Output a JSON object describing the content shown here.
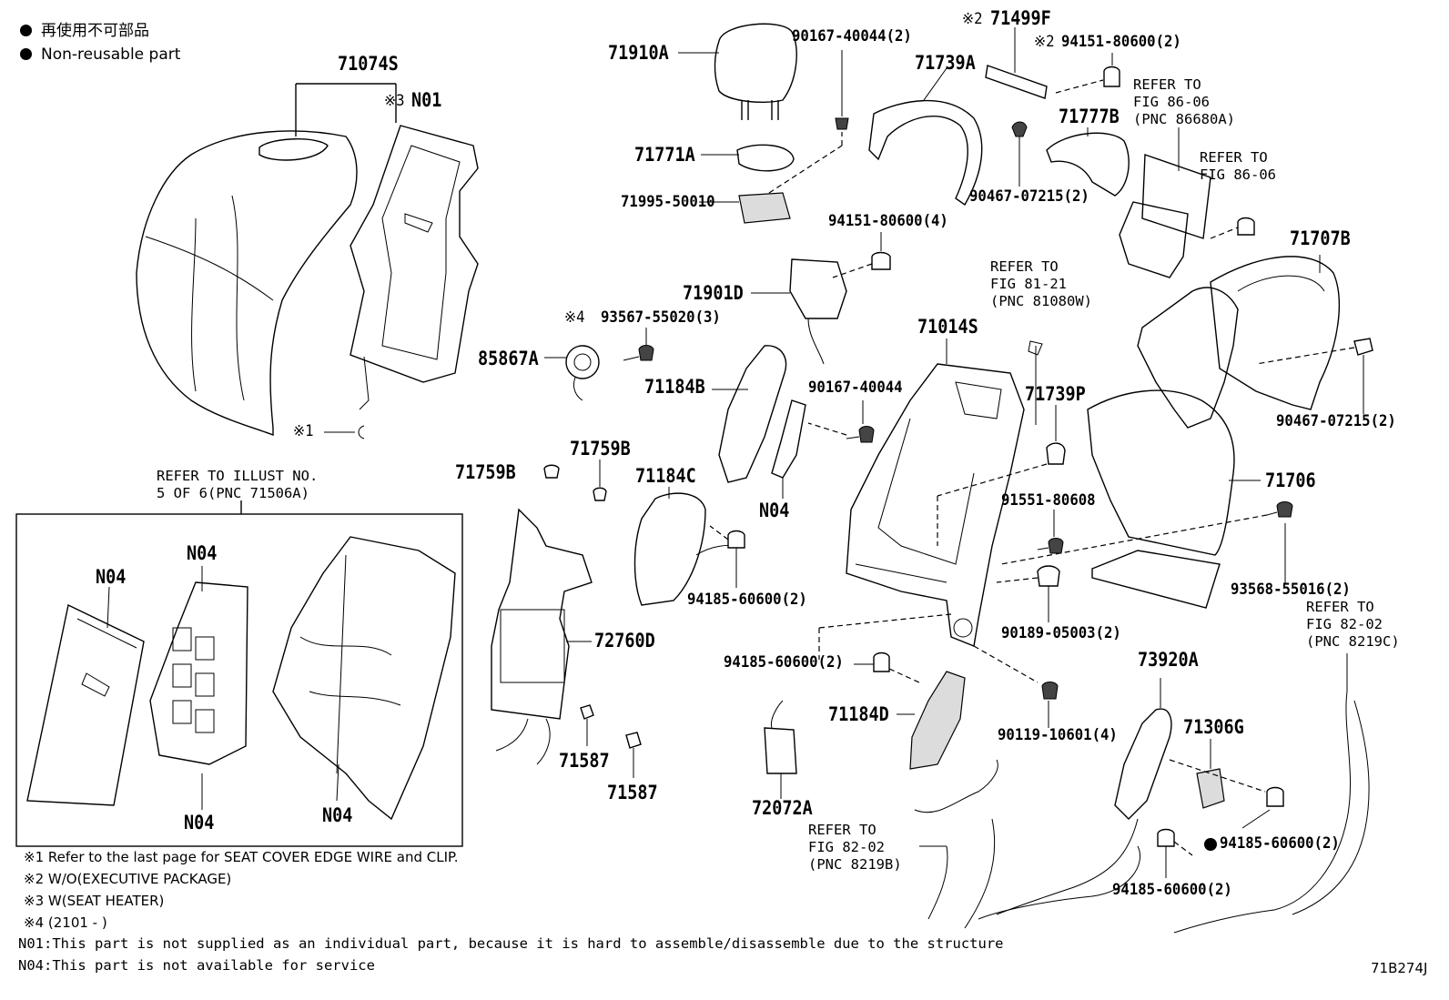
{
  "legend": {
    "line1": "再使用不可部品",
    "line2": "Non-reusable part"
  },
  "refs": {
    "illust": "REFER TO ILLUST NO.\n5 OF 6(PNC 71506A)",
    "fig86_a": "REFER TO\nFIG 86-06\n(PNC 86680A)",
    "fig86_b": "REFER TO\nFIG 86-06",
    "fig81": "REFER TO\nFIG 81-21\n(PNC 81080W)",
    "fig82_c": "REFER TO\nFIG 82-02\n(PNC 8219C)",
    "fig82_b": "REFER TO\nFIG 82-02\n(PNC 8219B)"
  },
  "parts": {
    "p71074S": "71074S",
    "pN01": "N01",
    "pN01_mark": "※3",
    "pClip_mark": "※1",
    "p71910A": "71910A",
    "p71771A": "71771A",
    "p71995": "71995-50010",
    "p90167a": "90167-40044(2)",
    "p71499F_mark": "※2",
    "p71499F": "71499F",
    "p94151a_mark": "※2",
    "p94151a": "94151-80600(2)",
    "p71739A": "71739A",
    "p71777B": "71777B",
    "p90467a": "90467-07215(2)",
    "p94151b": "94151-80600(4)",
    "p71901D": "71901D",
    "p493567_mark": "※4",
    "p493567": "93567-55020(3)",
    "p85867A": "85867A",
    "p71184B": "71184B",
    "p90167b": "90167-40044",
    "p71014S": "71014S",
    "p71707B": "71707B",
    "p90467b": "90467-07215(2)",
    "p71739P": "71739P",
    "p71759B_a": "71759B",
    "p71759B_b": "71759B",
    "p71184C": "71184C",
    "pN04_center": "N04",
    "p71706": "71706",
    "p91551": "91551-80608",
    "p93568": "93568-55016(2)",
    "p94185a": "94185-60600(2)",
    "p90189": "90189-05003(2)",
    "p72760D": "72760D",
    "p94185b": "94185-60600(2)",
    "p73920A": "73920A",
    "p71184D": "71184D",
    "p90119": "90119-10601(4)",
    "p71306G": "71306G",
    "p71587_a": "71587",
    "p71587_b": "71587",
    "p72072A": "72072A",
    "p94185c": "94185-60600(2)",
    "p94185d": "94185-60600(2)",
    "pN04_a": "N04",
    "pN04_b": "N04",
    "pN04_c": "N04",
    "pN04_d": "N04"
  },
  "notes": {
    "n1": "※1 Refer to the last page for SEAT COVER EDGE WIRE and CLIP.",
    "n2": "※2 W/O(EXECUTIVE PACKAGE)",
    "n3": "※3 W(SEAT HEATER)",
    "n4": "※4 (2101 -     )",
    "n5": "N01:This part is not supplied as an individual part, because it is hard to assemble/disassemble due to the structure",
    "n6": "N04:This part is not available for service"
  },
  "figure_id": "71B274J"
}
